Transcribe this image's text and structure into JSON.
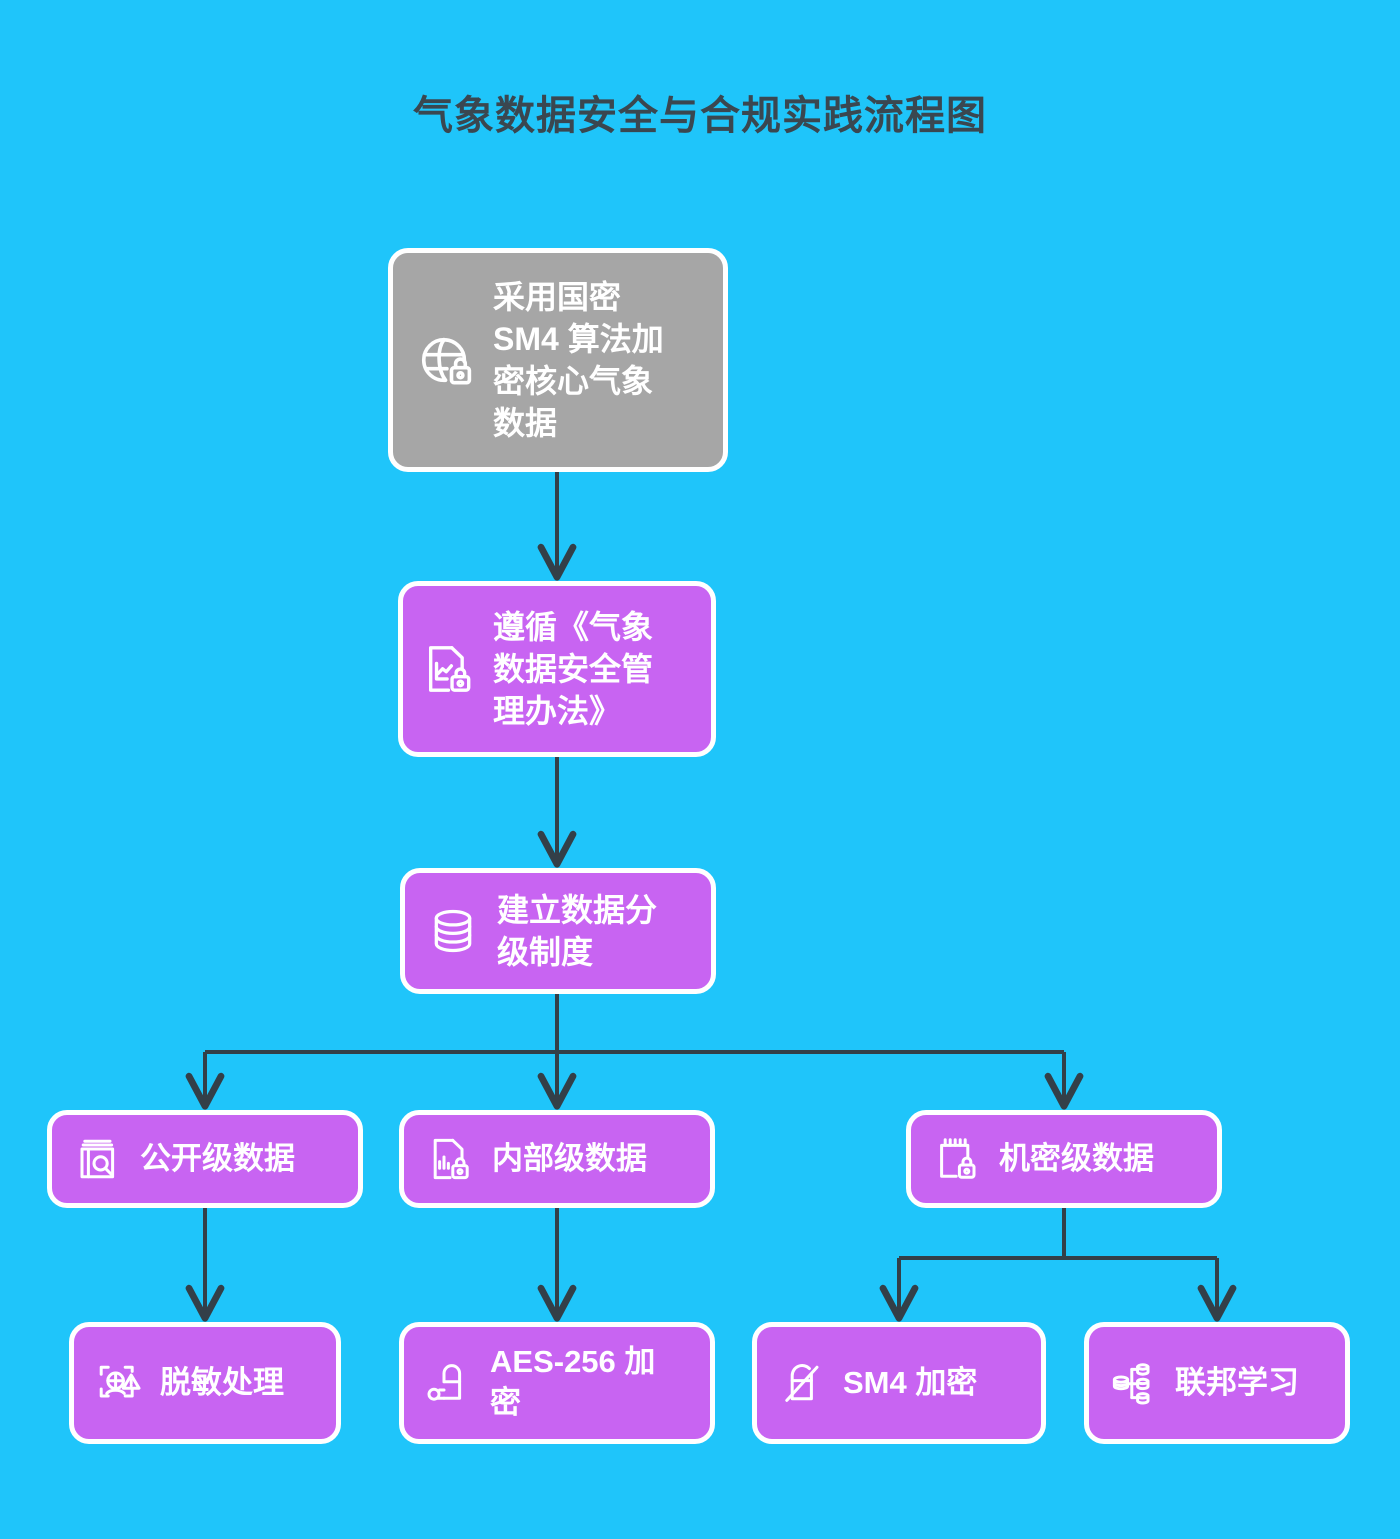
{
  "title": "气象数据安全与合规实践流程图",
  "colors": {
    "background": "#1FC5FA",
    "node_purple": "#C864F2",
    "node_gray": "#A6A6A6",
    "node_border": "#FFFFFF",
    "node_text": "#FFFFFF",
    "edge": "#333F48",
    "title_text": "#3A4750"
  },
  "chart_data": {
    "type": "diagram",
    "title": "气象数据安全与合规实践流程图",
    "orientation": "top-down",
    "nodes": [
      {
        "id": "n1",
        "label": "采用国密\nSM4 算法加\n密核心气象\n数据",
        "icon": "globe-lock-icon",
        "style": "gray",
        "level": 0
      },
      {
        "id": "n2",
        "label": "遵循《气象\n数据安全管\n理办法》",
        "icon": "document-chart-lock-icon",
        "style": "purple",
        "level": 1
      },
      {
        "id": "n3",
        "label": "建立数据分\n级制度",
        "icon": "database-icon",
        "style": "purple",
        "level": 2
      },
      {
        "id": "n4",
        "label": "公开级数据",
        "icon": "book-search-icon",
        "style": "purple",
        "level": 3
      },
      {
        "id": "n5",
        "label": "内部级数据",
        "icon": "report-lock-icon",
        "style": "purple",
        "level": 3
      },
      {
        "id": "n6",
        "label": "机密级数据",
        "icon": "notebook-lock-icon",
        "style": "purple",
        "level": 3
      },
      {
        "id": "n7",
        "label": "脱敏处理",
        "icon": "face-anonymize-icon",
        "style": "purple",
        "level": 4
      },
      {
        "id": "n8",
        "label": "AES-256 加\n密",
        "icon": "lock-key-icon",
        "style": "purple",
        "level": 4
      },
      {
        "id": "n9",
        "label": "SM4 加密",
        "icon": "lock-slash-icon",
        "style": "purple",
        "level": 4
      },
      {
        "id": "n10",
        "label": "联邦学习",
        "icon": "federated-nodes-icon",
        "style": "purple",
        "level": 4
      }
    ],
    "edges": [
      {
        "from": "n1",
        "to": "n2"
      },
      {
        "from": "n2",
        "to": "n3"
      },
      {
        "from": "n3",
        "to": "n4"
      },
      {
        "from": "n3",
        "to": "n5"
      },
      {
        "from": "n3",
        "to": "n6"
      },
      {
        "from": "n4",
        "to": "n7"
      },
      {
        "from": "n5",
        "to": "n8"
      },
      {
        "from": "n6",
        "to": "n9"
      },
      {
        "from": "n6",
        "to": "n10"
      }
    ]
  }
}
